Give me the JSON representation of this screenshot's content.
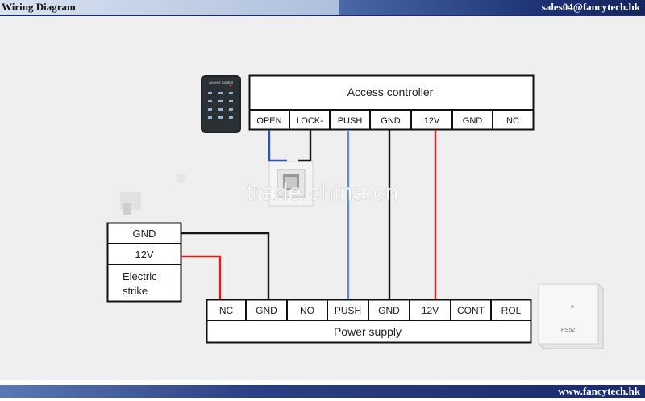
{
  "header": {
    "title": "Wiring Diagram",
    "email": "sales04@fancytech.hk"
  },
  "footer": {
    "website": "www.fancytech.hk"
  },
  "watermark": "trade.china.cn",
  "access_controller": {
    "title": "Access controller",
    "terminals": [
      "OPEN",
      "LOCK-",
      "PUSH",
      "GND",
      "12V",
      "GND",
      "NC"
    ]
  },
  "electric_strike": {
    "rows": [
      "GND",
      "12V",
      "Electric strike"
    ]
  },
  "power_supply": {
    "title": "Power supply",
    "terminals": [
      "NC",
      "GND",
      "NO",
      "PUSH",
      "GND",
      "12V",
      "CONT",
      "ROL"
    ],
    "device_label": "PS52"
  },
  "keypad": {
    "label": "Access Control"
  },
  "colors": {
    "wire_black": "#151515",
    "wire_blue": "#5a8fd6",
    "wire_red": "#e0201f",
    "wire_navy": "#2d55a8"
  }
}
